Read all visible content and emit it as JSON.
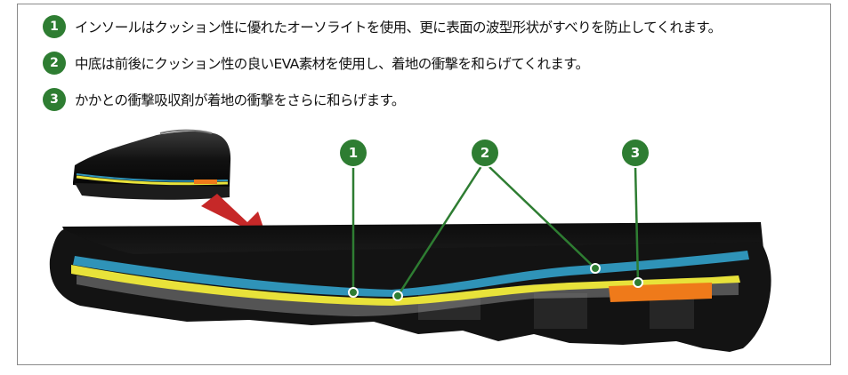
{
  "features": [
    {
      "number": "1",
      "text": "インソールはクッション性に優れたオーソライトを使用、更に表面の波型形状がすべりを防止してくれます。"
    },
    {
      "number": "2",
      "text": "中底は前後にクッション性の良いEVA素材を使用し、着地の衝撃を和らげてくれます。"
    },
    {
      "number": "3",
      "text": "かかとの衝撃吸収剤が着地の衝撃をさらに和らげます。"
    }
  ],
  "callouts": [
    "1",
    "2",
    "3"
  ],
  "colors": {
    "badge_green": "#2e7d32",
    "insole_blue": "#2f93b8",
    "midsole_yellow": "#e8e23a",
    "heel_orange": "#ef7a1a",
    "arrow_red": "#c62828",
    "sole_black": "#141414"
  }
}
